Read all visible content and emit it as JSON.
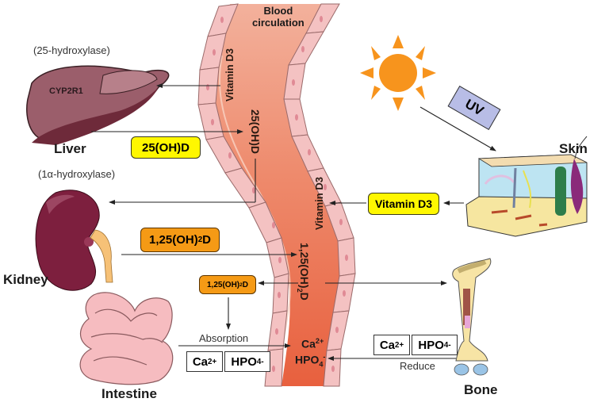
{
  "title": "Vitamin D metabolism pathway",
  "vessel": {
    "label_line1": "Blood",
    "label_line2": "circulation",
    "texts": {
      "vitamin_d3_upper": "Vitamin D3",
      "hydroxy_25": "25(OH)D",
      "vitamin_d3_lower": "Vitamin D3",
      "dihydroxy_prefix": "1,25(OH)",
      "dihydroxy_sub": "2",
      "dihydroxy_suffix": "D",
      "calcium_base": "Ca",
      "calcium_charge": "2+",
      "phosphate_base": "HPO",
      "phosphate_sub": "4",
      "phosphate_charge": "-"
    }
  },
  "liver": {
    "label": "Liver",
    "enzyme": "(25-hydroxylase)",
    "gene": "CYP2R1",
    "badge": "25(OH)D"
  },
  "kidney": {
    "label": "Kidney",
    "enzyme": "(1α-hydroxylase)",
    "badge_prefix": "1,25(OH)",
    "badge_sub": "2",
    "badge_suffix": "D"
  },
  "intestine": {
    "label": "Intestine",
    "badge_prefix": "1,25(OH)",
    "badge_sub": "2",
    "badge_suffix": "D",
    "process": "Absorption",
    "ions": [
      {
        "base": "Ca",
        "sup": "2+",
        "sub": ""
      },
      {
        "base": "HPO",
        "sup": "-",
        "sub": "4"
      }
    ]
  },
  "skin": {
    "label": "Skin",
    "badge": "Vitamin D3"
  },
  "sun": {
    "uv_label": "UV"
  },
  "bone": {
    "label": "Bone",
    "process": "Reduce",
    "ions": [
      {
        "base": "Ca",
        "sup": "2+",
        "sub": ""
      },
      {
        "base": "HPO",
        "sup": "-",
        "sub": "4"
      }
    ]
  },
  "colors": {
    "yellow_badge": "#fff700",
    "orange_badge": "#f59a15",
    "sun": "#f7941d",
    "vessel_top": "#f2a58f",
    "vessel_bottom": "#ea6a48",
    "vessel_cell": "#f4c2c2",
    "liver": "#9b5e6b",
    "kidney": "#7d1f3e",
    "intestine": "#f6bcc0",
    "uv_box": "#b8bde6"
  }
}
